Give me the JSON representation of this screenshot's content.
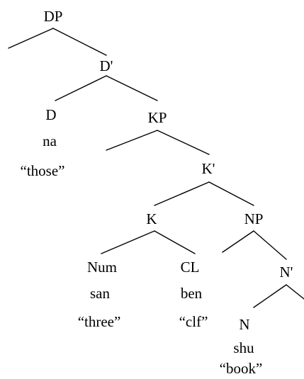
{
  "tree": {
    "dp_label": "DP",
    "d_bar_label": "D'",
    "d_label": "D",
    "d_word": "na",
    "d_gloss": "“those”",
    "kp_label": "KP",
    "k_bar_label": "K'",
    "k_label": "K",
    "np_label": "NP",
    "num_label": "Num",
    "num_word": "san",
    "num_gloss": "“three”",
    "cl_label": "CL",
    "cl_word": "ben",
    "cl_gloss": "“clf”",
    "n_bar_label": "N'",
    "n_label": "N",
    "n_word": "shu",
    "n_gloss": "“book”"
  }
}
